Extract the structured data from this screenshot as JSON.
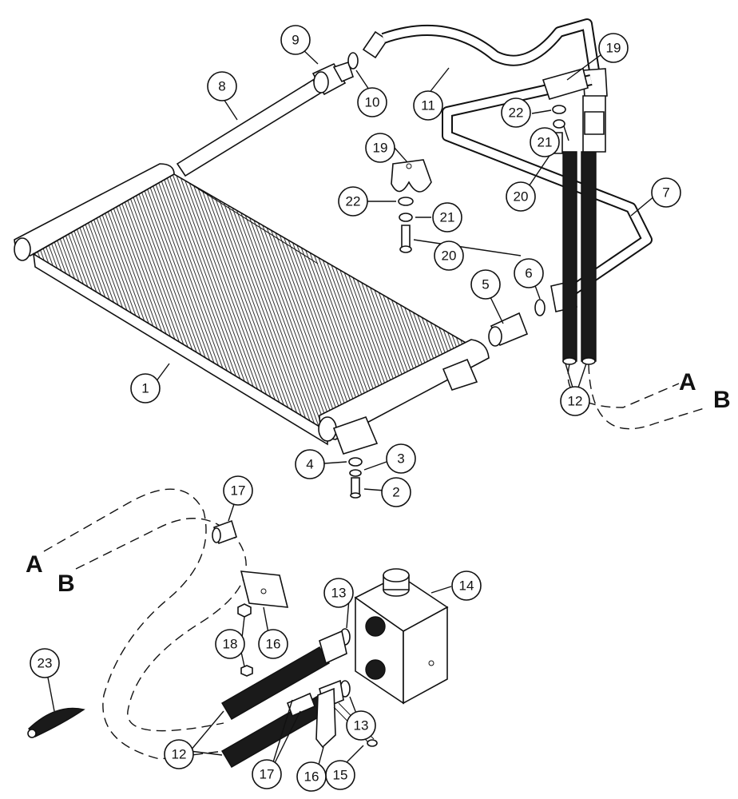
{
  "route_labels": {
    "upper_a": "A",
    "upper_b": "B",
    "lower_a": "A",
    "lower_b": "B"
  },
  "callouts": {
    "c1": "1",
    "c2": "2",
    "c3": "3",
    "c4": "4",
    "c5": "5",
    "c6": "6",
    "c7": "7",
    "c8": "8",
    "c9": "9",
    "c10": "10",
    "c11": "11",
    "c12a": "12",
    "c12b": "12",
    "c13a": "13",
    "c13b": "13",
    "c14": "14",
    "c15": "15",
    "c16a": "16",
    "c16b": "16",
    "c17a": "17",
    "c17b": "17",
    "c18": "18",
    "c19a": "19",
    "c19b": "19",
    "c20a": "20",
    "c20b": "20",
    "c21a": "21",
    "c21b": "21",
    "c22a": "22",
    "c22b": "22",
    "c23": "23"
  }
}
